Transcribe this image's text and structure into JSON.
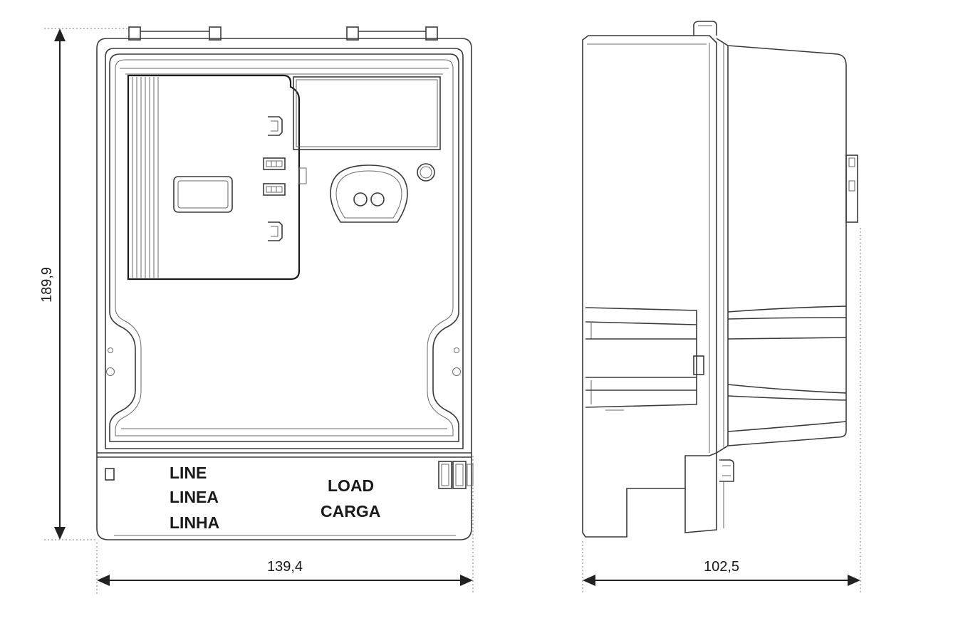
{
  "dimensions": {
    "height": "189,9",
    "front_width": "139,4",
    "side_depth": "102,5"
  },
  "terminal_labels": {
    "line": [
      "LINE",
      "LINEA",
      "LINHA"
    ],
    "load": [
      "LOAD",
      "CARGA"
    ]
  }
}
